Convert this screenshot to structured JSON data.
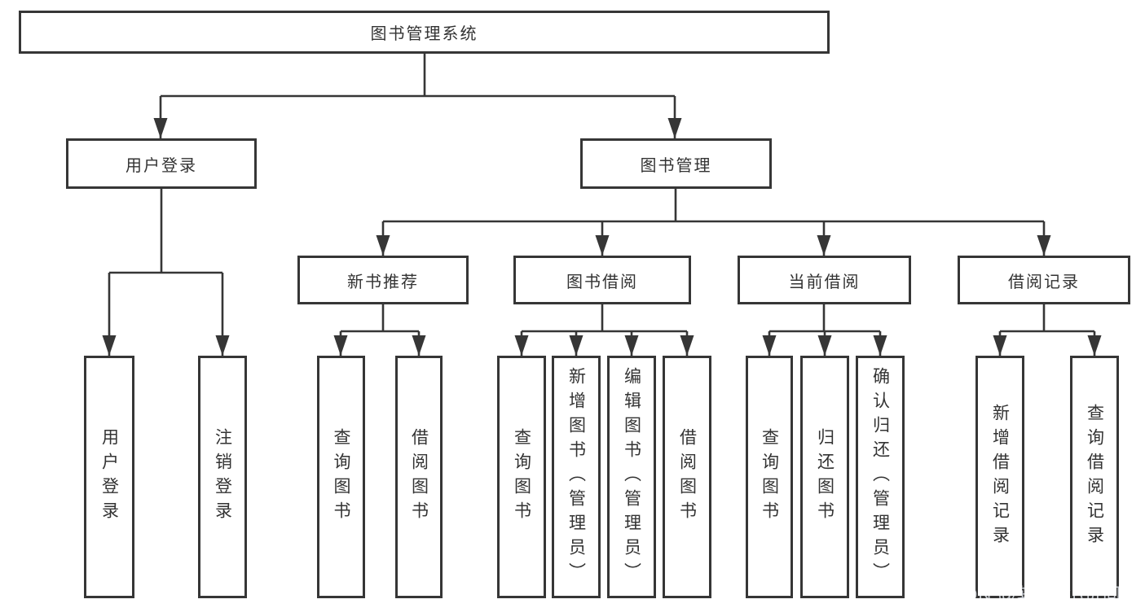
{
  "tree": {
    "label": "图书管理系统",
    "children": [
      {
        "label": "用户登录",
        "children": [
          {
            "label": "用户登录"
          },
          {
            "label": "注销登录"
          }
        ]
      },
      {
        "label": "图书管理",
        "children": [
          {
            "label": "新书推荐",
            "children": [
              {
                "label": "查询图书"
              },
              {
                "label": "借阅图书"
              }
            ]
          },
          {
            "label": "图书借阅",
            "children": [
              {
                "label": "查询图书"
              },
              {
                "label": "新增图书（管理员）"
              },
              {
                "label": "编辑图书（管理员）"
              },
              {
                "label": "借阅图书"
              }
            ]
          },
          {
            "label": "当前借阅",
            "children": [
              {
                "label": "查询图书"
              },
              {
                "label": "归还图书"
              },
              {
                "label": "确认归还（管理员）"
              }
            ]
          },
          {
            "label": "借阅记录",
            "children": [
              {
                "label": "新增借阅记录"
              },
              {
                "label": "查询借阅记录"
              }
            ]
          }
        ]
      }
    ]
  },
  "watermark": {
    "text": "CSDN @软件_小贺同学"
  },
  "colors": {
    "line": "#363636",
    "text": "#333333",
    "watermark": "#c5c9cf",
    "bg": "#ffffff"
  }
}
